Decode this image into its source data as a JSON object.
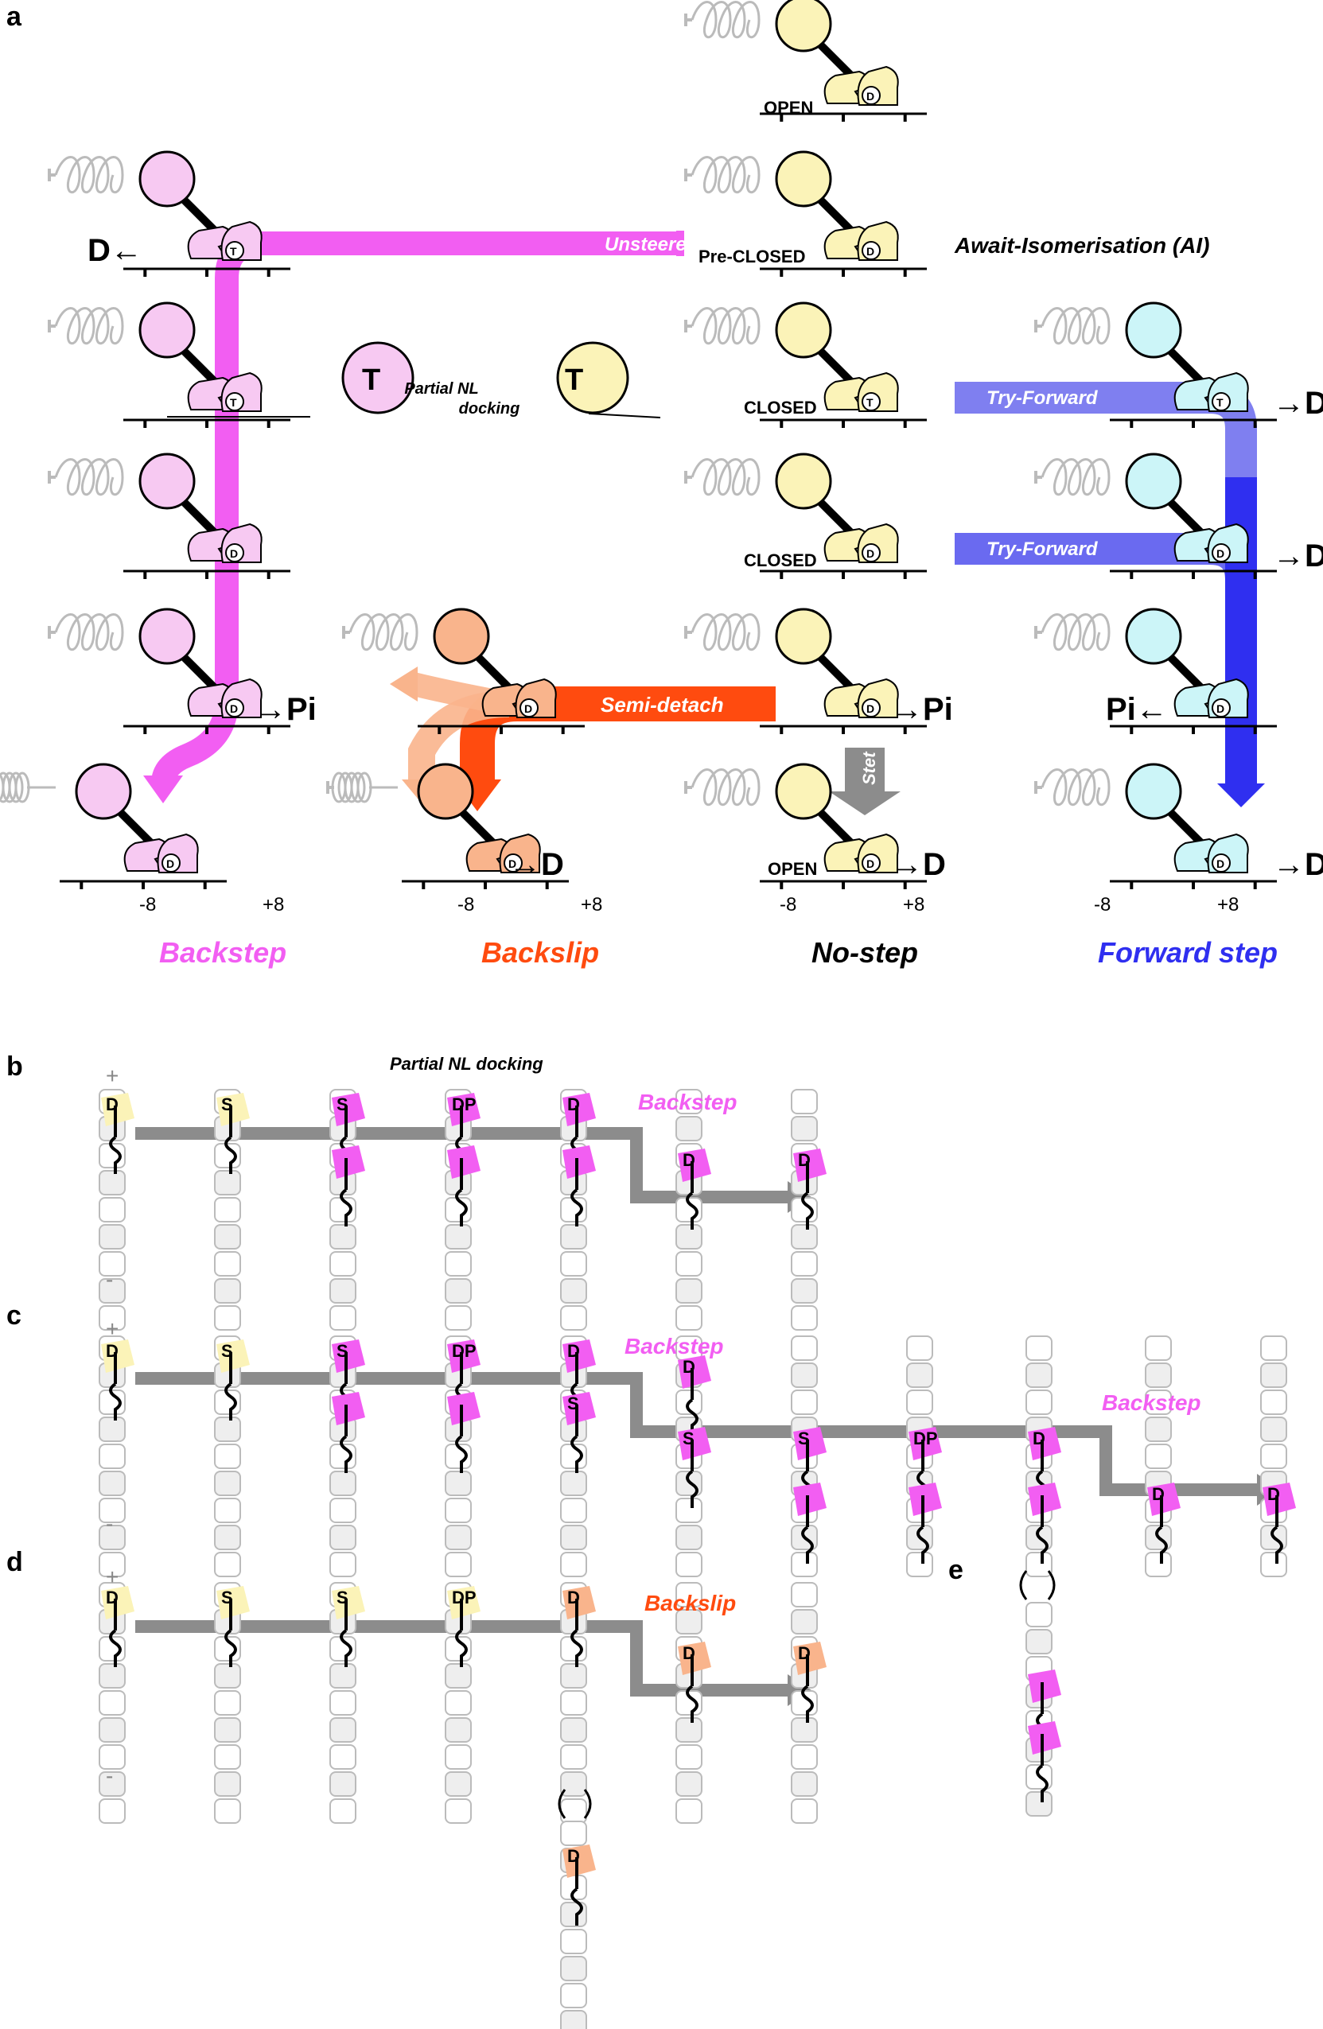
{
  "panels": {
    "a": "a",
    "b": "b",
    "c": "c",
    "d": "d",
    "e": "e"
  },
  "colors": {
    "backstep": "#f25ef2",
    "backstep_light": "#f7c9f2",
    "backslip": "#ff4b0f",
    "backslip_light": "#f9b48c",
    "nostep": "#fbf3b8",
    "forward": "#2f2ff0",
    "forward_light": "#7f7ff0",
    "forward_head": "#ccf5f8",
    "grey": "#8c8c8c"
  },
  "states": {
    "open": "OPEN",
    "pre_closed": "Pre-CLOSED",
    "closed": "CLOSED",
    "await": "Await-Isomerisation (AI)"
  },
  "flows": {
    "unsteered": "Unsteered",
    "try_forward": "Try-Forward",
    "semi_detach": "Semi-detach",
    "stet": "Stet"
  },
  "partial_docking": "Partial NL\ndocking",
  "partial_docking_line1": "Partial NL",
  "partial_docking_line2": "docking",
  "partial_docking_b": "Partial NL docking",
  "nucleotides": {
    "adp": "D",
    "atp": "T",
    "pi": "Pi",
    "dp": "DP",
    "s": "S"
  },
  "axis_ticks": [
    "-8",
    "+8"
  ],
  "outcomes": {
    "backstep": "Backstep",
    "backslip": "Backslip",
    "nostep": "No-step",
    "forward": "Forward step"
  },
  "polarity": {
    "plus": "+",
    "minus": "-"
  }
}
